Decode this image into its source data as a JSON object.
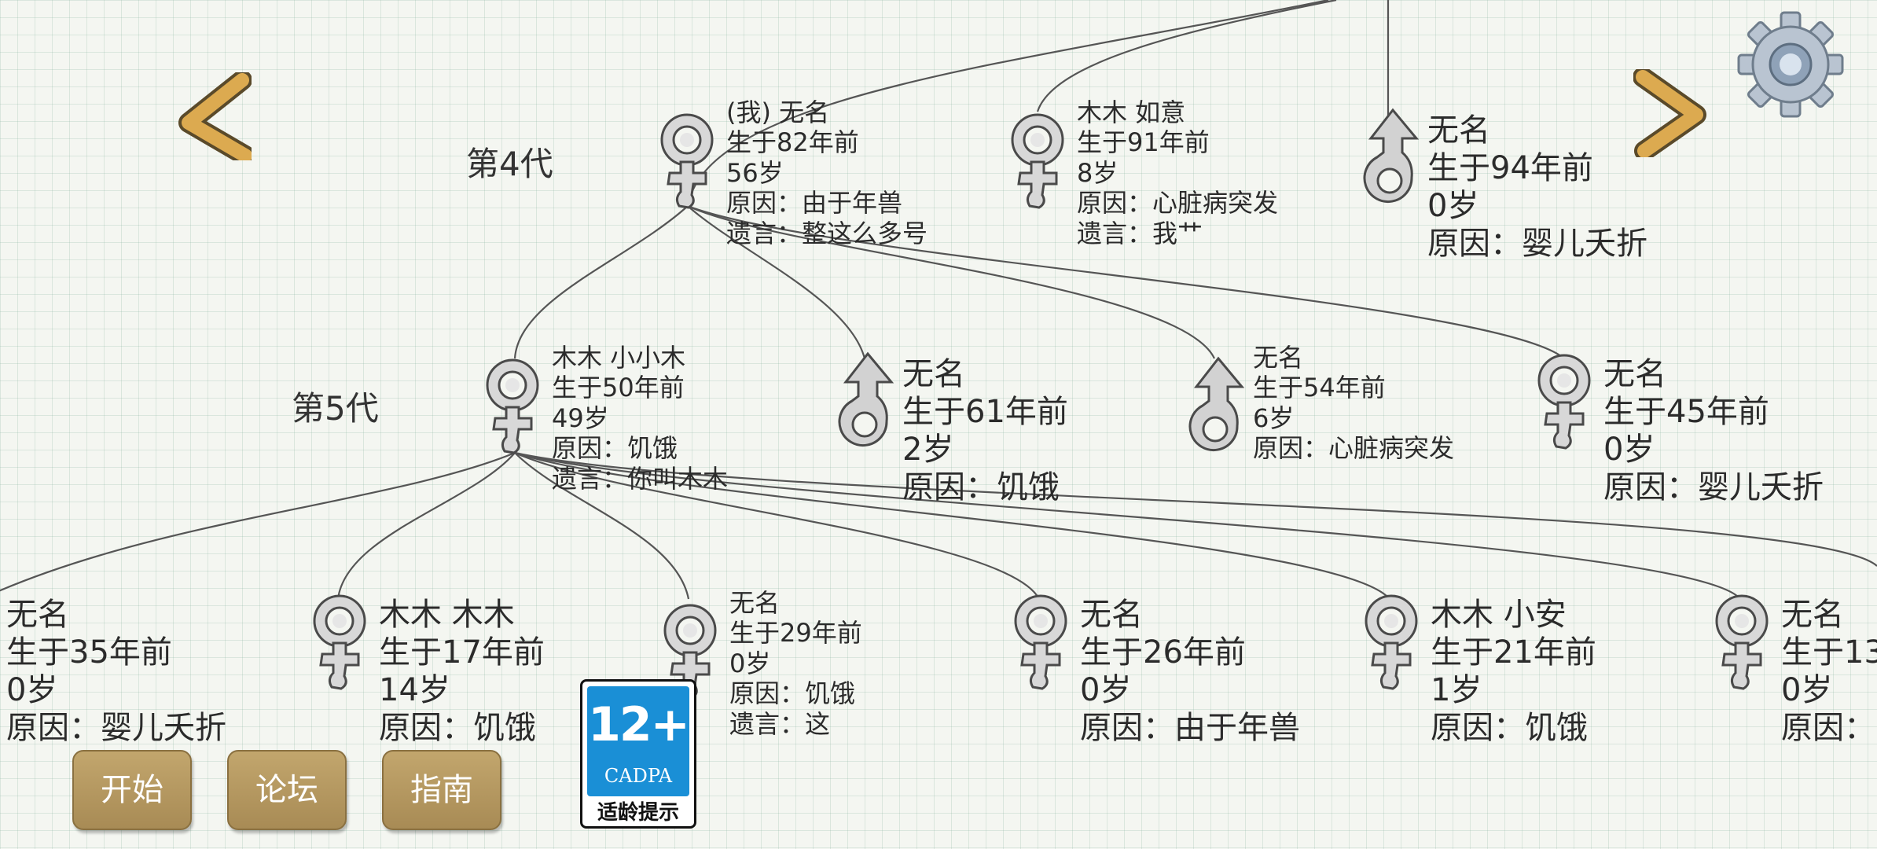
{
  "generations": {
    "gen4": "第4代",
    "gen5": "第5代"
  },
  "colors": {
    "background": "#f4f6f1",
    "grid": "#cfe0d6",
    "button": "#b09660",
    "badge": "#1a8fd6",
    "arrow": "#d9a94d"
  },
  "icons": [
    "female-symbol-icon",
    "male-symbol-icon",
    "back-arrow-icon",
    "forward-arrow-icon",
    "gear-icon"
  ],
  "gen4": [
    {
      "gender": "female",
      "lines": [
        "(我) 无名",
        "生于82年前",
        "56岁",
        "原因：由于年兽",
        "遗言：整这么多号"
      ]
    },
    {
      "gender": "female",
      "lines": [
        "木木 如意",
        "生于91年前",
        "8岁",
        "原因：心脏病突发",
        "遗言：我艹"
      ]
    },
    {
      "gender": "male",
      "lines": [
        "无名",
        "生于94年前",
        "0岁",
        "原因：婴儿夭折"
      ]
    }
  ],
  "gen5": [
    {
      "gender": "female",
      "lines": [
        "木木 小小木",
        "生于50年前",
        "49岁",
        "原因：饥饿",
        "遗言：你叫木木"
      ]
    },
    {
      "gender": "male",
      "lines": [
        "无名",
        "生于61年前",
        "2岁",
        "原因：饥饿"
      ]
    },
    {
      "gender": "male",
      "lines": [
        "无名",
        "生于54年前",
        "6岁",
        "原因：心脏病突发"
      ]
    },
    {
      "gender": "female",
      "lines": [
        "无名",
        "生于45年前",
        "0岁",
        "原因：婴儿夭折"
      ]
    }
  ],
  "gen6": [
    {
      "gender": "female",
      "lines": [
        "无名",
        "生于35年前",
        "0岁",
        "原因：婴儿夭折"
      ]
    },
    {
      "gender": "female",
      "lines": [
        "木木 木木",
        "生于17年前",
        "14岁",
        "原因：饥饿"
      ]
    },
    {
      "gender": "female",
      "lines": [
        "无名",
        "生于29年前",
        "0岁",
        "原因：饥饿",
        "遗言：这"
      ]
    },
    {
      "gender": "female",
      "lines": [
        "无名",
        "生于26年前",
        "0岁",
        "原因：由于年兽"
      ]
    },
    {
      "gender": "female",
      "lines": [
        "木木 小安",
        "生于21年前",
        "1岁",
        "原因：饥饿"
      ]
    },
    {
      "gender": "female",
      "lines": [
        "无名",
        "生于13",
        "0岁",
        "原因："
      ]
    }
  ],
  "buttons": {
    "start": "开始",
    "forum": "论坛",
    "guide": "指南"
  },
  "age_rating": {
    "rating": "12+",
    "org": "CADPA",
    "hint": "适龄提示"
  }
}
